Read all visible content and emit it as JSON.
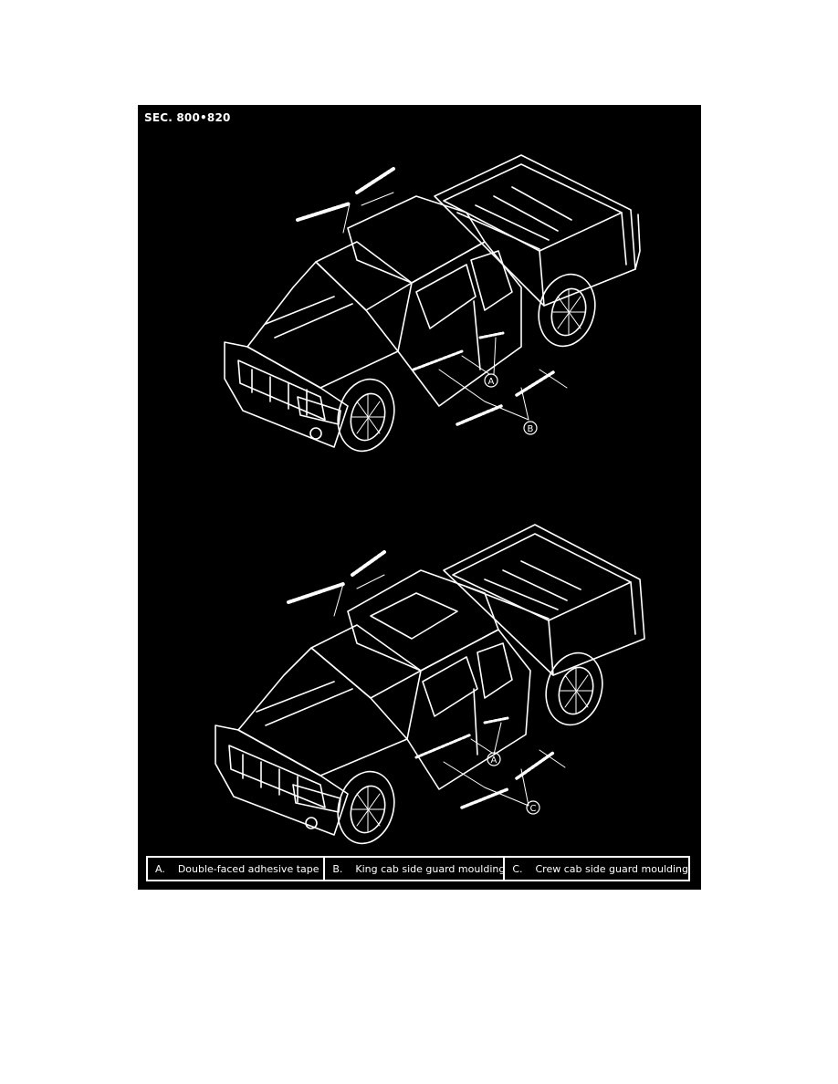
{
  "section_label": "SEC. 800•820",
  "callouts": {
    "a": "A",
    "b": "B",
    "c": "C"
  },
  "legend": [
    {
      "key": "A.",
      "text": "Double-faced adhesive tape"
    },
    {
      "key": "B.",
      "text": "King cab side guard moulding"
    },
    {
      "key": "C.",
      "text": "Crew cab side guard moulding"
    }
  ],
  "colors": {
    "background": "#000000",
    "line": "#ffffff",
    "page": "#ffffff"
  }
}
